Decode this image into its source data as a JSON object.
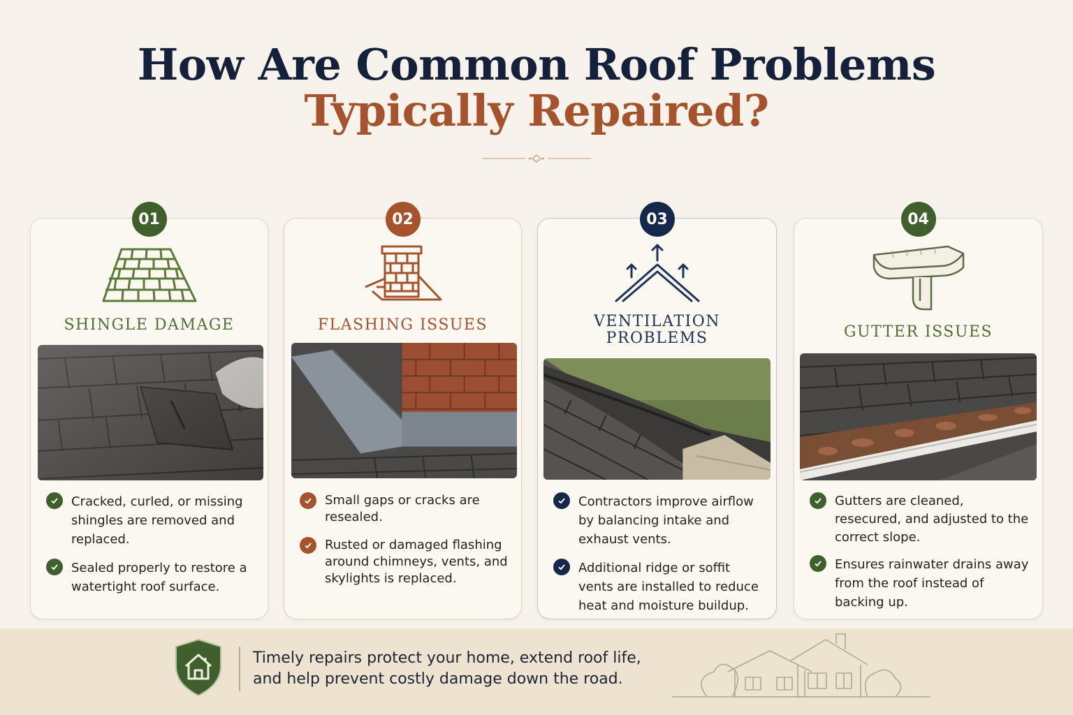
{
  "title": {
    "line1": "How Are Common Roof Problems",
    "line2": "Typically Repaired?"
  },
  "cards": [
    {
      "number": "01",
      "title": "SHINGLE DAMAGE",
      "icon": "shingles-icon",
      "bullets": [
        "Cracked, curled, or missing shingles are removed and replaced.",
        "Sealed properly to restore a watertight roof surface."
      ]
    },
    {
      "number": "02",
      "title": "FLASHING ISSUES",
      "icon": "chimney-icon",
      "bullets": [
        "Small gaps or cracks are resealed.",
        "Rusted or damaged flashing around chimneys, vents, and skylights is replaced."
      ]
    },
    {
      "number": "03",
      "title_line1": "VENTILATION",
      "title_line2": "PROBLEMS",
      "icon": "ventilation-icon",
      "bullets": [
        "Contractors improve airflow by balancing intake and exhaust vents.",
        "Additional ridge or soffit vents are installed to reduce heat and moisture buildup."
      ]
    },
    {
      "number": "04",
      "title": "GUTTER ISSUES",
      "icon": "gutter-icon",
      "bullets": [
        "Gutters are cleaned, resecured, and adjusted to the correct slope.",
        "Ensures rainwater drains away from the roof instead of backing up."
      ]
    }
  ],
  "footer": {
    "line1": "Timely repairs protect your home, extend roof life,",
    "line2": "and help prevent costly damage down the road.",
    "icon": "house-shield-icon"
  },
  "colors": {
    "green": "#3f5f2d",
    "rust": "#a4532c",
    "navy": "#15284a",
    "background": "#f7f3ec"
  }
}
